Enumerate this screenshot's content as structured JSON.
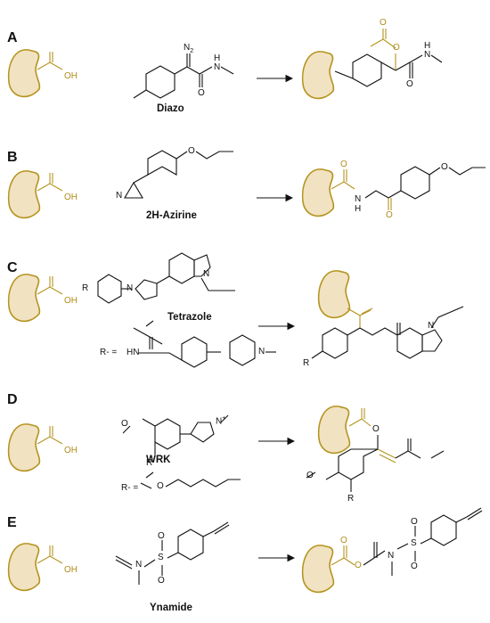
{
  "colors": {
    "acid": "#b5941f",
    "bean_fill": "#f1e2c2",
    "ink": "#111111"
  },
  "panels": [
    {
      "letter": "A",
      "reagent": "Diazo",
      "acid_oh": "OH",
      "n2": "N",
      "n2_sub": "2",
      "nh": "H",
      "n": "N",
      "o1": "O",
      "o2": "O"
    },
    {
      "letter": "B",
      "reagent": "2H-Azirine",
      "acid_oh": "OH",
      "n_azirine": "N",
      "o_ether": "O",
      "nh": "N",
      "nh_h": "H",
      "o1": "O",
      "o2": "O"
    },
    {
      "letter": "C",
      "reagent": "Tetrazole",
      "acid_oh": "OH",
      "r_label": "R",
      "r_def_label": "R- =",
      "hn": "HN",
      "n_tet": "N",
      "n_ind": "N"
    },
    {
      "letter": "D",
      "reagent": "WRK",
      "acid_oh": "OH",
      "r_label": "R",
      "r_def_label": "R- =",
      "o_methoxy": "O",
      "o_r": "O",
      "n_plus": "N",
      "plus": "+"
    },
    {
      "letter": "E",
      "reagent": "Ynamide",
      "acid_oh": "OH",
      "n": "N",
      "s": "S",
      "o": "O"
    }
  ]
}
